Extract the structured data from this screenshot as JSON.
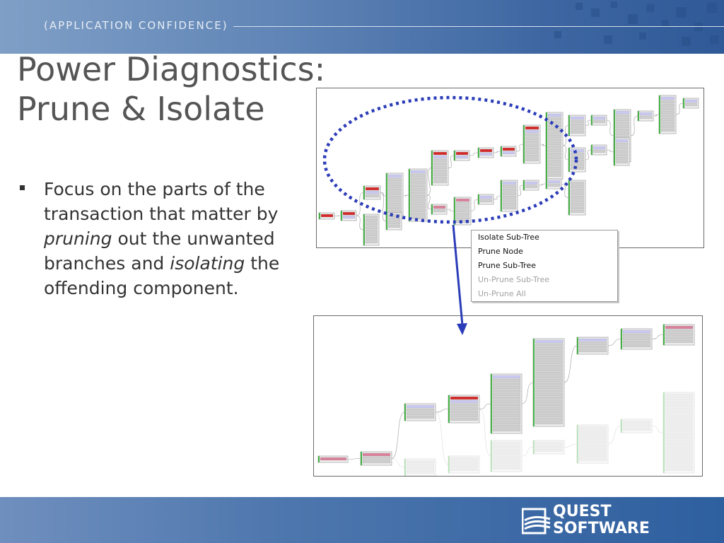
{
  "header": {
    "brand": "(APPLICATION CONFIDENCE)"
  },
  "slide": {
    "title_line1": "Power Diagnostics:",
    "title_line2": "Prune & Isolate",
    "bullet": {
      "part1": "Focus on the parts of the transaction that matter by ",
      "em1": "pruning",
      "part2": " out the unwanted branches and ",
      "em2": "isolating",
      "part3": " the offending component."
    }
  },
  "context_menu": {
    "items": [
      {
        "label": "Isolate Sub-Tree",
        "enabled": true
      },
      {
        "label": "Prune Node",
        "enabled": true
      },
      {
        "label": "Prune Sub-Tree",
        "enabled": true
      },
      {
        "label": "Un-Prune Sub-Tree",
        "enabled": false
      },
      {
        "label": "Un-Prune All",
        "enabled": false
      }
    ]
  },
  "colors": {
    "highlight_ellipse": "#2b3cb8",
    "arrow": "#2b3cb8",
    "node_red": "#d42a2a",
    "node_pink": "#d9819b",
    "node_blue": "#c9c9f2",
    "node_gray": "#cfcfcf",
    "node_green_edge": "#45b045"
  },
  "footer": {
    "logo_line1": "QUEST",
    "logo_line2": "SOFTWARE"
  }
}
